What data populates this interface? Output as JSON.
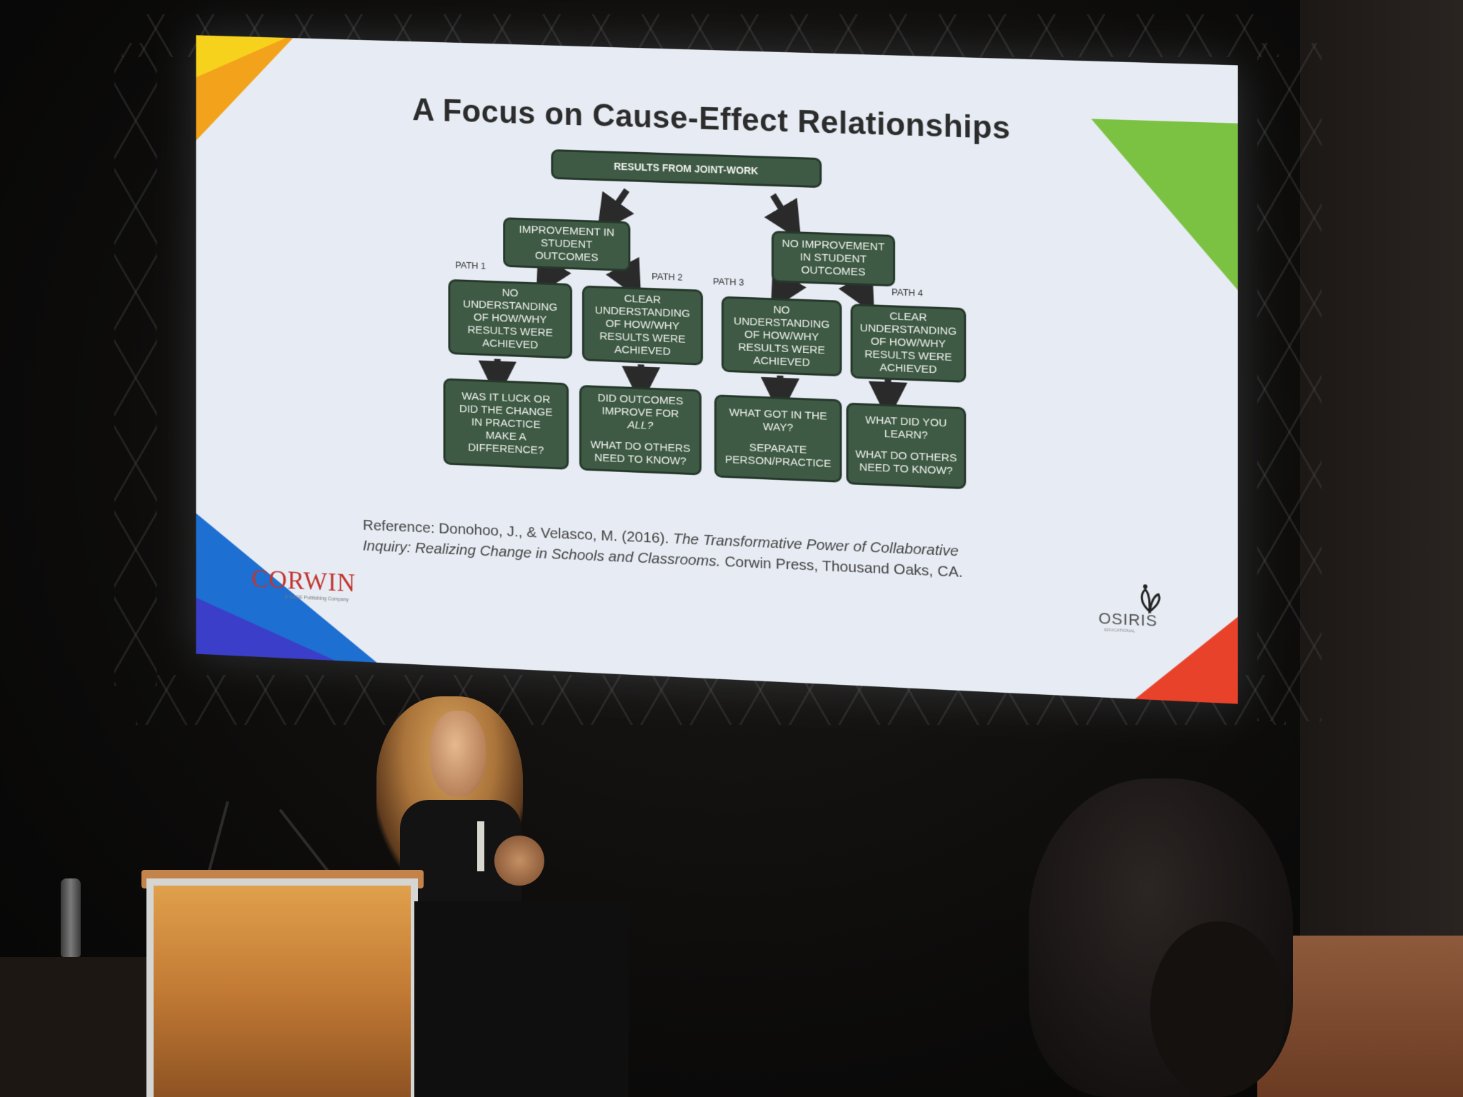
{
  "slide": {
    "title": "A Focus on Cause-Effect Relationships",
    "root": "RESULTS FROM JOINT-WORK",
    "left_branch": [
      "IMPROVEMENT IN",
      "STUDENT",
      "OUTCOMES"
    ],
    "right_branch": [
      "NO IMPROVEMENT",
      "IN STUDENT",
      "OUTCOMES"
    ],
    "path_labels": [
      "PATH 1",
      "PATH 2",
      "PATH 3",
      "PATH 4"
    ],
    "understanding_no": [
      "NO",
      "UNDERSTANDING",
      "OF HOW/WHY",
      "RESULTS WERE",
      "ACHIEVED"
    ],
    "understanding_clear": [
      "CLEAR",
      "UNDERSTANDING",
      "OF HOW/WHY",
      "RESULTS WERE",
      "ACHIEVED"
    ],
    "q1": [
      "WAS IT LUCK OR",
      "DID THE CHANGE",
      "IN PRACTICE",
      "MAKE A",
      "DIFFERENCE?"
    ],
    "q2": [
      "DID OUTCOMES",
      "IMPROVE FOR",
      "ALL?",
      "",
      "WHAT DO OTHERS",
      "NEED TO KNOW?"
    ],
    "q3": [
      "WHAT GOT IN THE",
      "WAY?",
      "",
      "SEPARATE",
      "PERSON/PRACTICE"
    ],
    "q4": [
      "WHAT DID YOU",
      "LEARN?",
      "",
      "WHAT DO OTHERS",
      "NEED TO KNOW?"
    ],
    "reference_line1_a": "Reference: Donohoo, J., & Velasco, M. (2016). ",
    "reference_line1_b": "The Transformative Power of Collaborative",
    "reference_line2_a": "Inquiry: Realizing Change in Schools and Classrooms.",
    "reference_line2_b": " Corwin Press, Thousand Oaks, CA.",
    "logo_left": "CORWIN",
    "logo_left_sub": "A SAGE Publishing Company",
    "logo_right": "OSIRIS",
    "logo_right_sub": "EDUCATIONAL"
  },
  "colors": {
    "box_fill": "#3e5a45",
    "accent_orange": "#f3a21b",
    "accent_green": "#7cc242",
    "accent_blue": "#1d6fd1",
    "accent_red": "#e8432a"
  }
}
